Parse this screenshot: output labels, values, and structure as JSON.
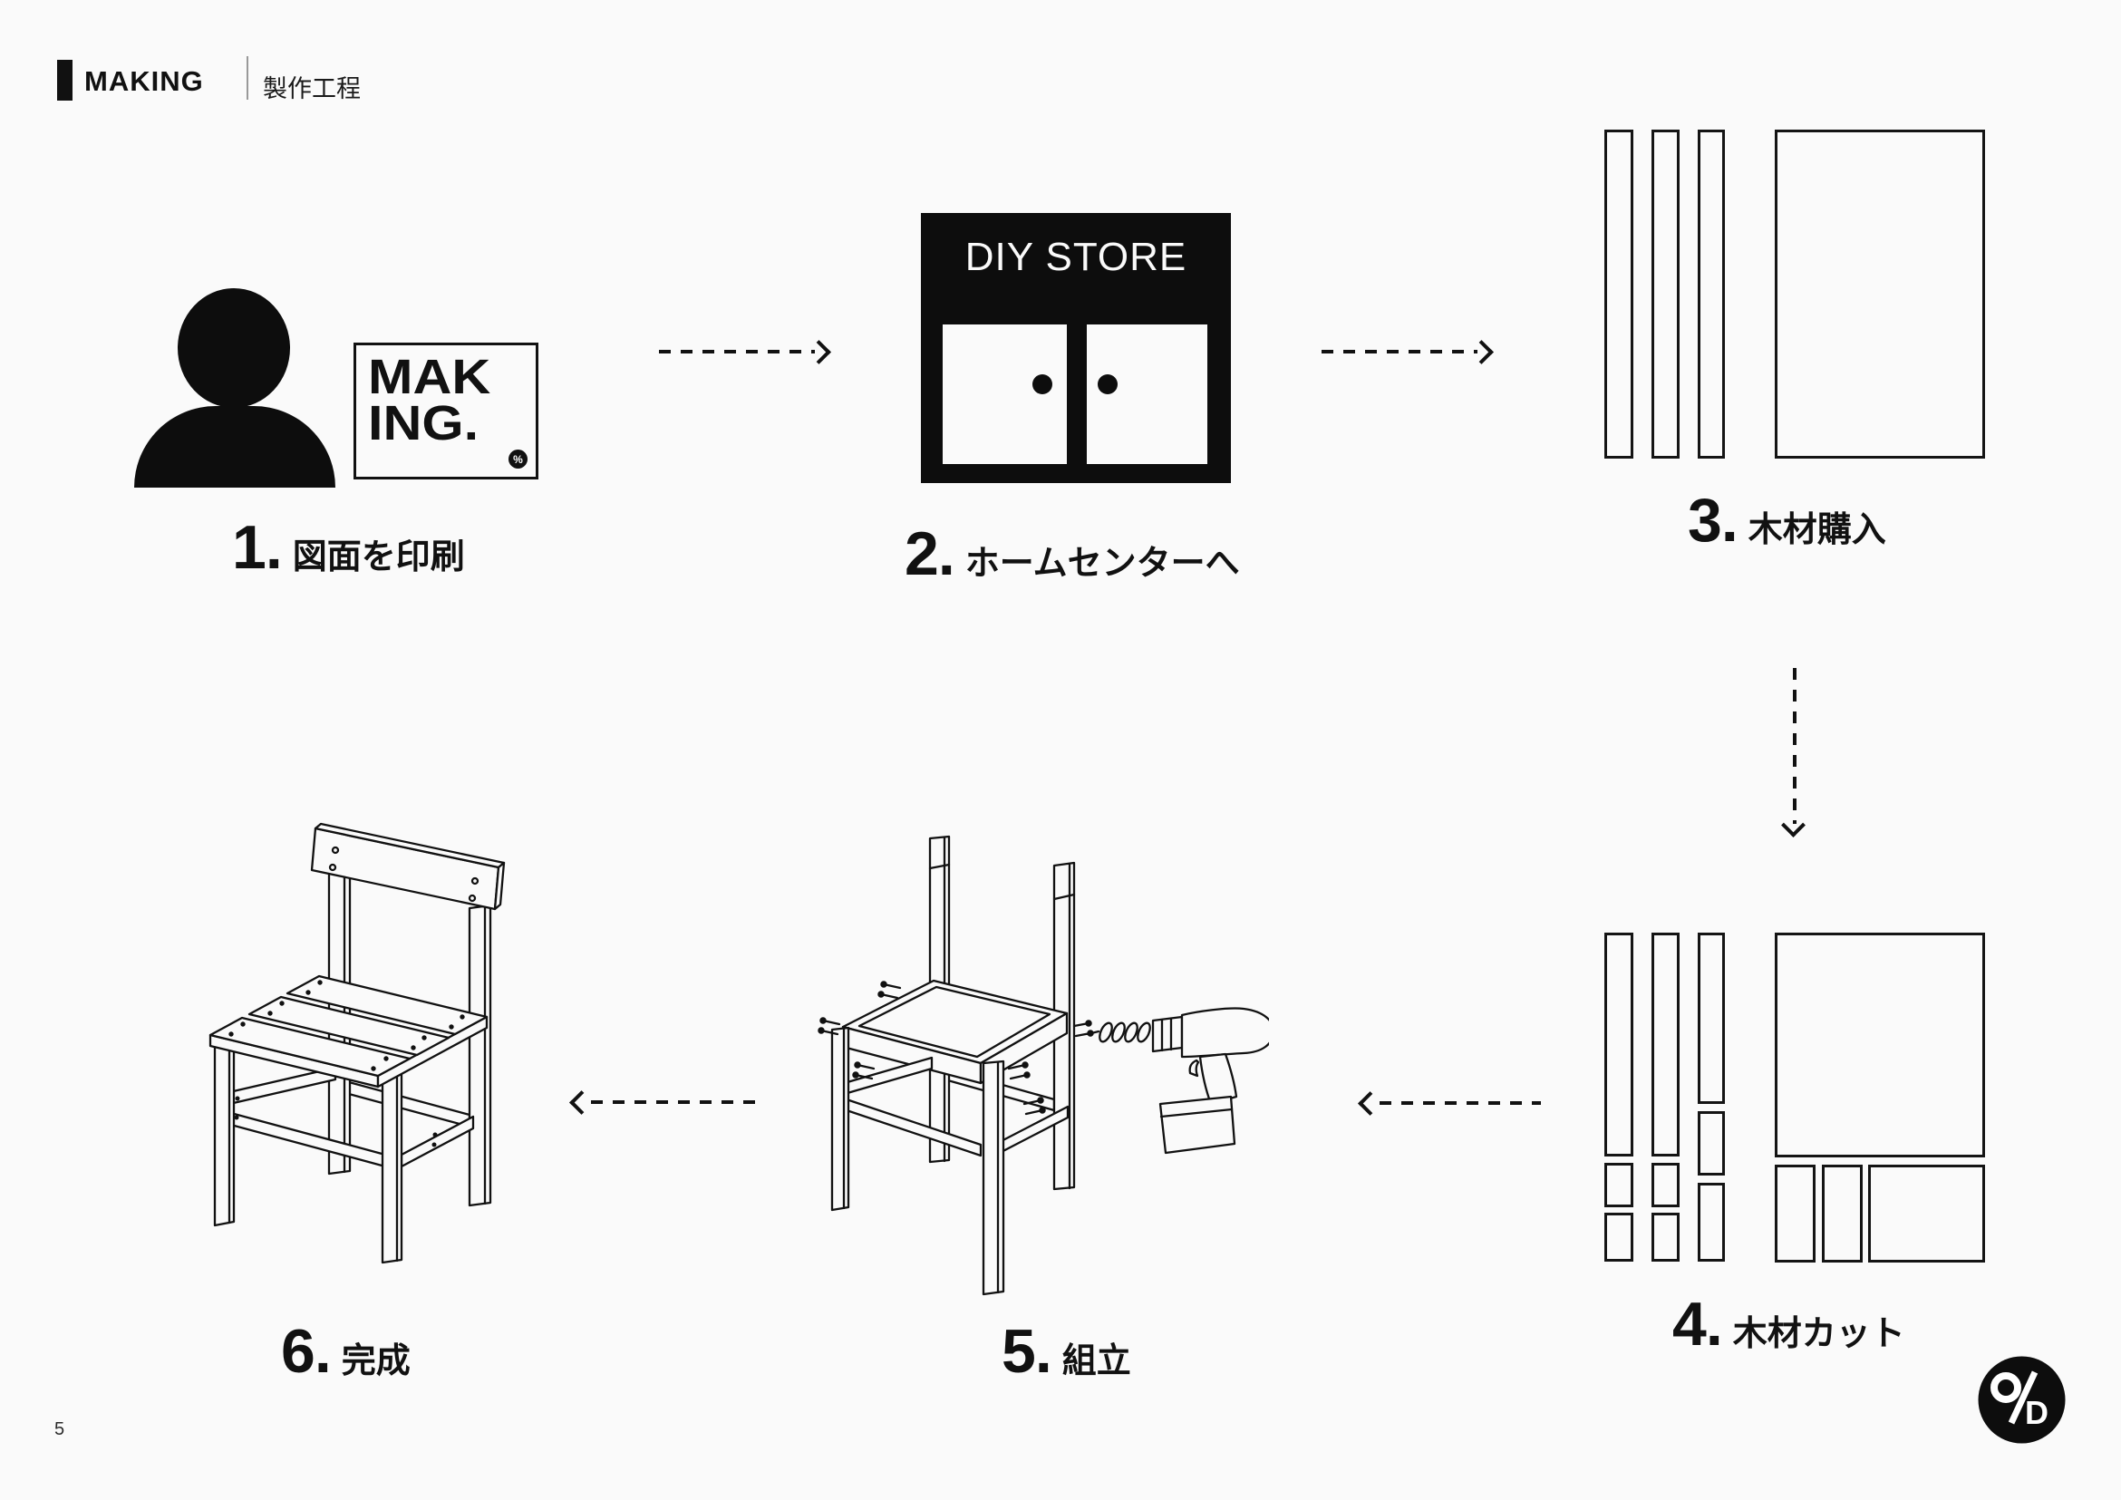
{
  "colors": {
    "background": "#fafafa",
    "ink": "#111111",
    "white": "#fafafa",
    "divider": "#999999"
  },
  "header": {
    "title": "MAKING",
    "subtitle": "製作工程"
  },
  "page_number": "5",
  "steps": [
    {
      "number": "1.",
      "label": "図面を印刷"
    },
    {
      "number": "2.",
      "label": "ホームセンターへ"
    },
    {
      "number": "3.",
      "label": "木材購入"
    },
    {
      "number": "4.",
      "label": "木材カット"
    },
    {
      "number": "5.",
      "label": "組立"
    },
    {
      "number": "6.",
      "label": "完成"
    }
  ],
  "signs": {
    "making_board": {
      "line1": "MAK",
      "line2": "ING.",
      "badge": "%"
    },
    "diy_store": "DIY STORE"
  },
  "logo": {
    "letter": "D"
  }
}
